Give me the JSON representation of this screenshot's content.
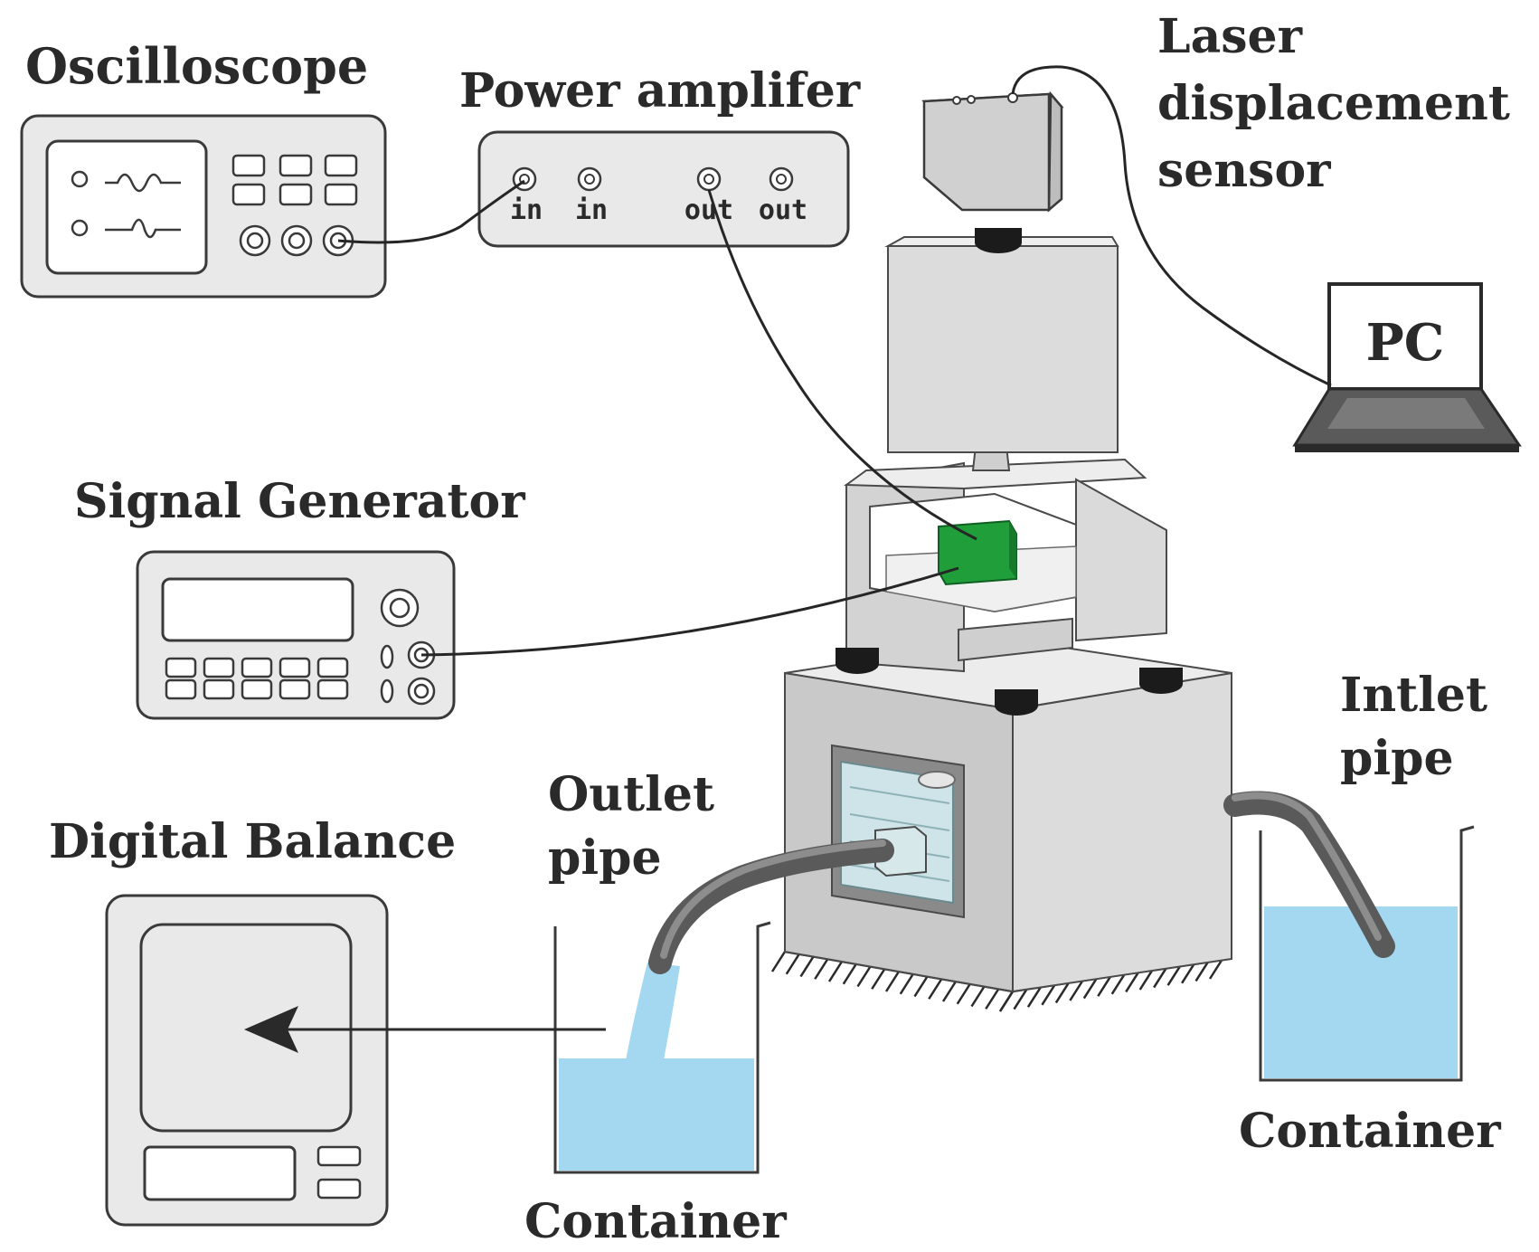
{
  "labels": {
    "oscilloscope": "Oscilloscope",
    "power_amplifier": "Power amplifer",
    "laser_line1": "Laser",
    "laser_line2": "displacement",
    "laser_line3": "sensor",
    "pc": "PC",
    "signal_generator": "Signal Generator",
    "digital_balance": "Digital Balance",
    "outlet_line1": "Outlet",
    "outlet_line2": "pipe",
    "intlet_line1": "Intlet",
    "intlet_line2": "pipe",
    "container_left": "Container",
    "container_right": "Container"
  },
  "amplifier_ports": [
    "in",
    "in",
    "out",
    "out"
  ],
  "colors": {
    "water": "#a3d8f0",
    "piezo": "#1f9e3a",
    "device_fill": "#e9e9e9",
    "outline": "#3a3a3a"
  }
}
